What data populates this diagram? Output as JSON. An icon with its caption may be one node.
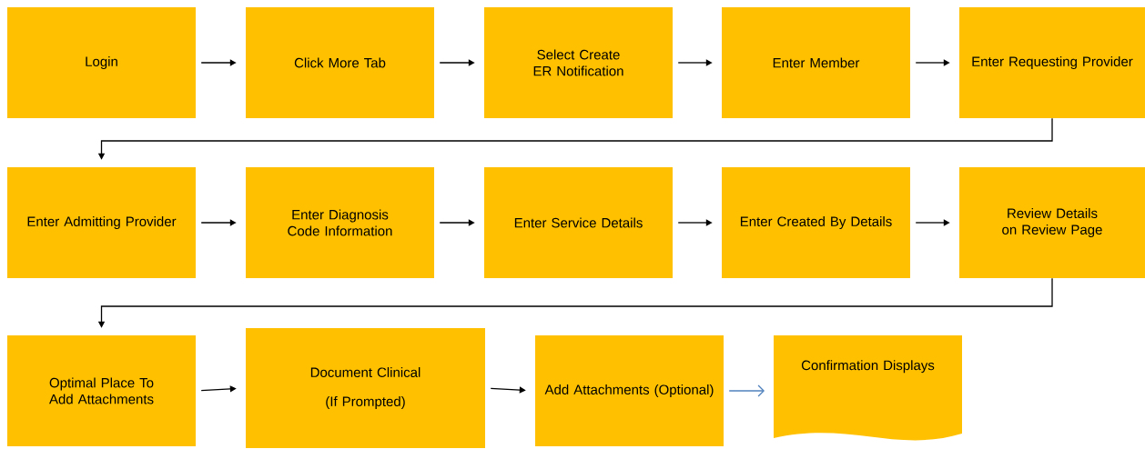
{
  "diagram": {
    "nodes": [
      {
        "text": [
          "Login"
        ]
      },
      {
        "text": [
          "Click More Tab"
        ]
      },
      {
        "text": [
          "Select Create ER Notification"
        ]
      },
      {
        "text": [
          "Enter Member"
        ]
      },
      {
        "text": [
          "Enter Requesting Provider"
        ]
      },
      {
        "text": [
          "Enter Admitting Provider"
        ]
      },
      {
        "text": [
          "Enter Diagnosis Code Information"
        ]
      },
      {
        "text": [
          "Enter Service Details"
        ]
      },
      {
        "text": [
          "Enter Created By Details"
        ]
      },
      {
        "text": [
          "Review Details on Review Page"
        ]
      },
      {
        "text": [
          "Optimal Place To Add Attachments"
        ]
      },
      {
        "text": [
          "Document Clinical",
          "(If Prompted)"
        ]
      },
      {
        "text": [
          "Add Attachments (Optional)"
        ]
      },
      {
        "text": [
          "Confirmation Displays"
        ]
      }
    ],
    "edges": [
      {
        "from": 0,
        "to": 1,
        "arrow": "to"
      },
      {
        "from": 1,
        "to": 2,
        "arrow": "to"
      },
      {
        "from": 2,
        "to": 3,
        "arrow": "to"
      },
      {
        "from": 3,
        "to": 4,
        "arrow": "to"
      },
      {
        "from": 4,
        "to": 5,
        "arrow": "to"
      },
      {
        "from": 5,
        "to": 6,
        "arrow": "to"
      },
      {
        "from": 6,
        "to": 7,
        "arrow": "to"
      },
      {
        "from": 7,
        "to": 8,
        "arrow": "to"
      },
      {
        "from": 8,
        "to": 9,
        "arrow": "to"
      },
      {
        "from": 9,
        "to": 10,
        "arrow": "to"
      },
      {
        "from": 10,
        "to": 11,
        "arrow": "to"
      },
      {
        "from": 11,
        "to": 12,
        "arrow": "to"
      },
      {
        "from": 12,
        "to": 13,
        "arrow": "to",
        "color": "#4f81bd"
      }
    ]
  }
}
